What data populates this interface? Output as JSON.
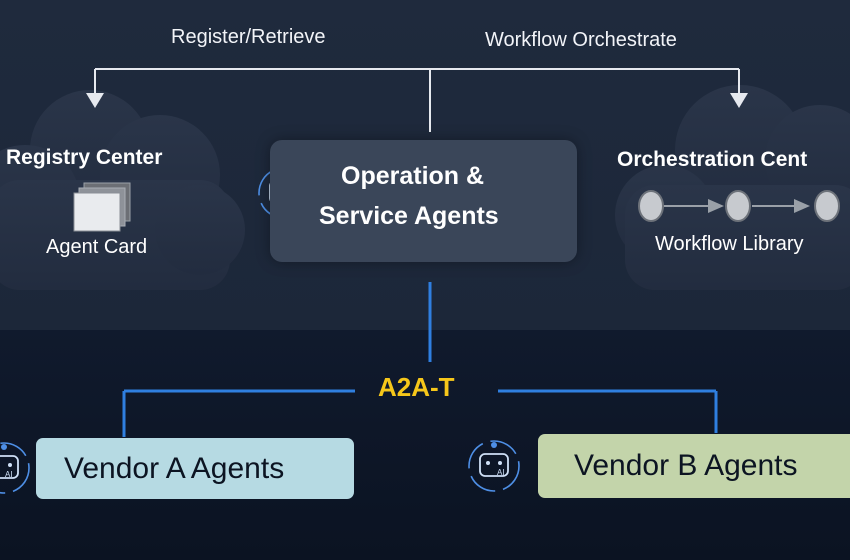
{
  "top_labels": {
    "register_retrieve": "Register/Retrieve",
    "workflow_orchestrate": "Workflow Orchestrate"
  },
  "registry": {
    "title": "Registry Center",
    "card_label": "Agent Card"
  },
  "operation": {
    "line1": "Operation &",
    "line2": "Service Agents"
  },
  "orchestration": {
    "title": "Orchestration Cent",
    "library_label": "Workflow Library"
  },
  "protocol": {
    "label": "A2A-T"
  },
  "vendors": {
    "a_label": "Vendor A Agents",
    "b_label": "Vendor B Agents"
  },
  "icons": {
    "ai_badge_text": "AI"
  },
  "colors": {
    "accent_yellow": "#f6c71a",
    "line_blue": "#2f7fe0",
    "vendor_a": "#b6dae3",
    "vendor_b": "#c3d4aa",
    "op_box": "#3a4659"
  }
}
